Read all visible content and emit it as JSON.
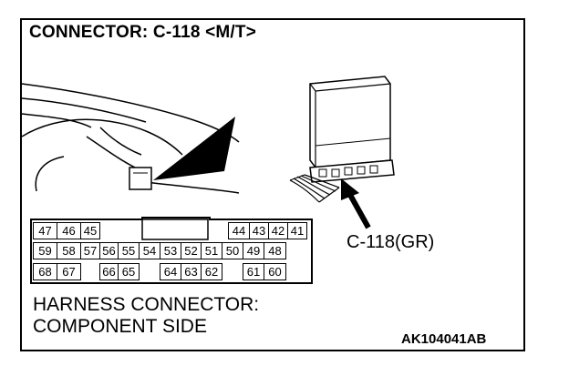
{
  "title": "CONNECTOR: C-118 <M/T>",
  "callout_label": "C-118(GR)",
  "description_line1": "HARNESS CONNECTOR:",
  "description_line2": "COMPONENT SIDE",
  "doc_code": "AK104041AB",
  "terminals": {
    "row1": [
      "47",
      "46",
      "45",
      "",
      "",
      "",
      "",
      "",
      "44",
      "43",
      "42",
      "41"
    ],
    "row2": [
      "59",
      "58",
      "57",
      "56",
      "55",
      "54",
      "53",
      "52",
      "51",
      "50",
      "49",
      "48"
    ],
    "row3": [
      "68",
      "67",
      "",
      "66",
      "65",
      "",
      "64",
      "63",
      "62",
      "",
      "61",
      "60"
    ]
  }
}
